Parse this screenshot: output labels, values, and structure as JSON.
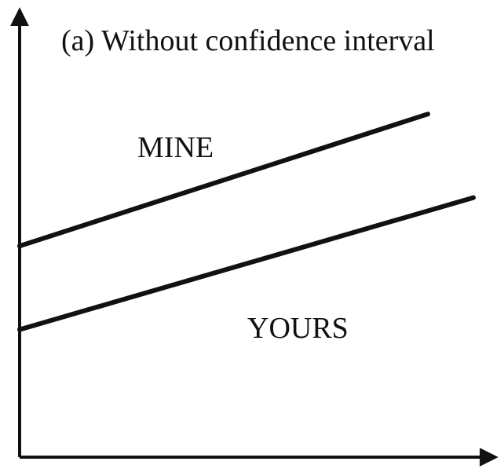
{
  "chart_data": {
    "type": "line",
    "title": "(a) Without confidence interval",
    "xlabel": "",
    "ylabel": "",
    "x": [
      0,
      1
    ],
    "series": [
      {
        "name": "MINE",
        "values": [
          0.48,
          0.78
        ]
      },
      {
        "name": "YOURS",
        "values": [
          0.29,
          0.59
        ]
      }
    ],
    "grid": false,
    "colors": {
      "axis": "#111111",
      "line": "#111111",
      "text": "#111111"
    }
  }
}
